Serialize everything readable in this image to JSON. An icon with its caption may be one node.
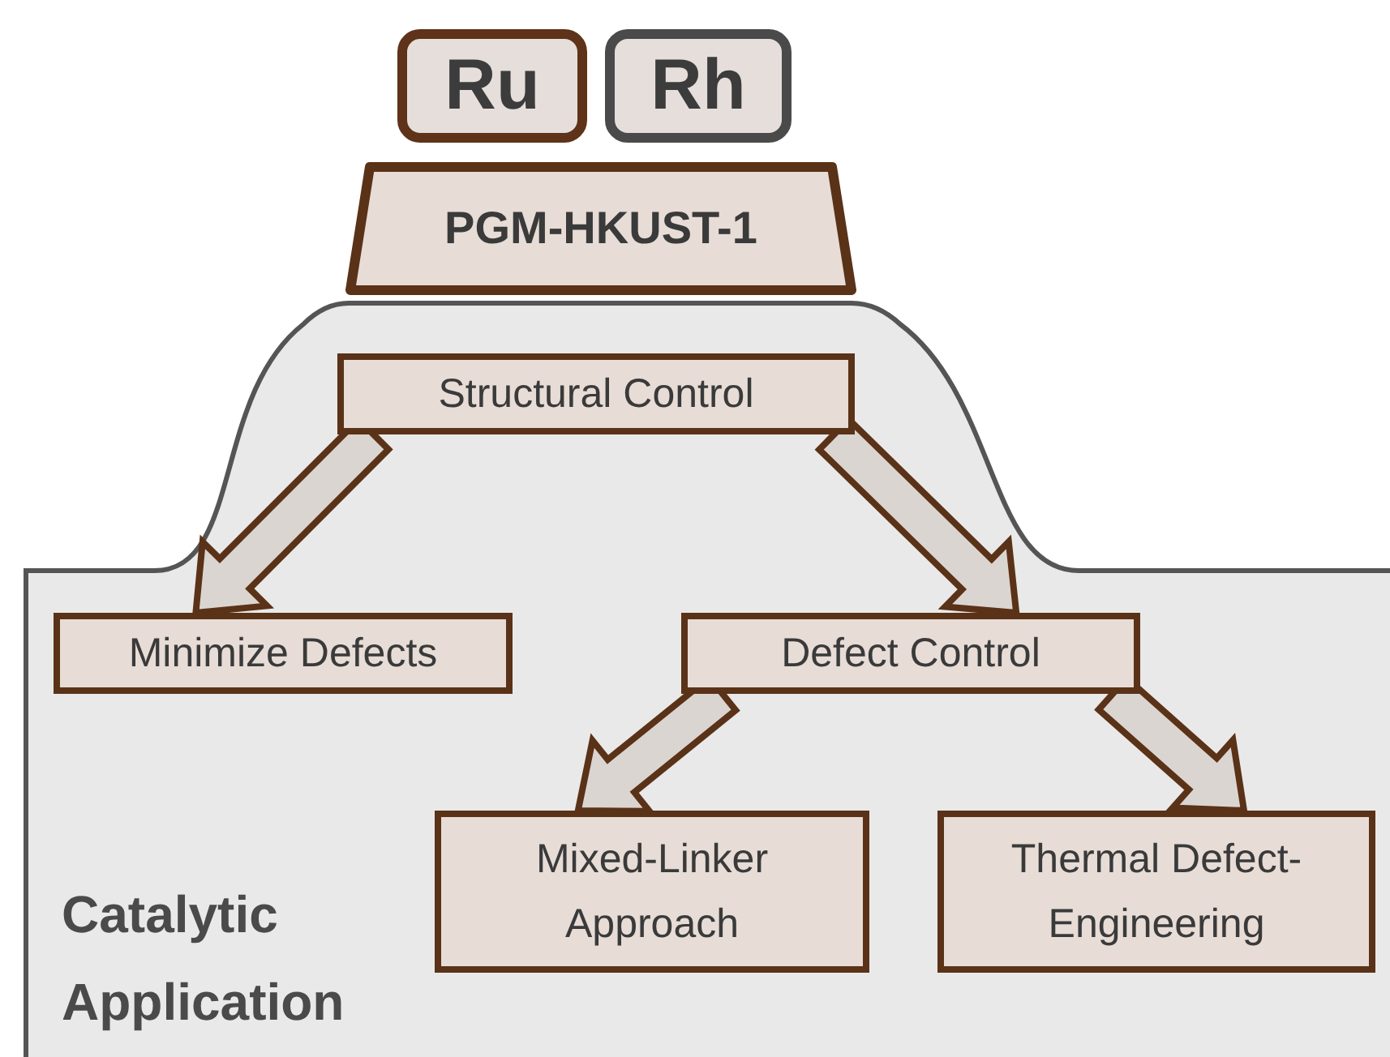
{
  "diagram": {
    "nodes": [
      {
        "text": [
          "Ru"
        ]
      },
      {
        "text": [
          "Rh"
        ]
      },
      {
        "text": [
          "PGM-HKUST-1"
        ]
      },
      {
        "text": [
          "Catalytic Application"
        ]
      },
      {
        "text": [
          "Structural Control"
        ],
        "in": 3
      },
      {
        "text": [
          "Minimize Defects"
        ],
        "in": 3
      },
      {
        "text": [
          "Defect Control"
        ],
        "in": 3
      },
      {
        "text": [
          "Mixed-Linker Approach"
        ],
        "in": 3
      },
      {
        "text": [
          "Thermal Defect-Engineering"
        ],
        "in": 3
      }
    ],
    "edges": [
      {
        "from": 4,
        "to": 5,
        "arrow": "to"
      },
      {
        "from": 4,
        "to": 6,
        "arrow": "to"
      },
      {
        "from": 6,
        "to": 7,
        "arrow": "to"
      },
      {
        "from": 6,
        "to": 8,
        "arrow": "to"
      }
    ]
  }
}
